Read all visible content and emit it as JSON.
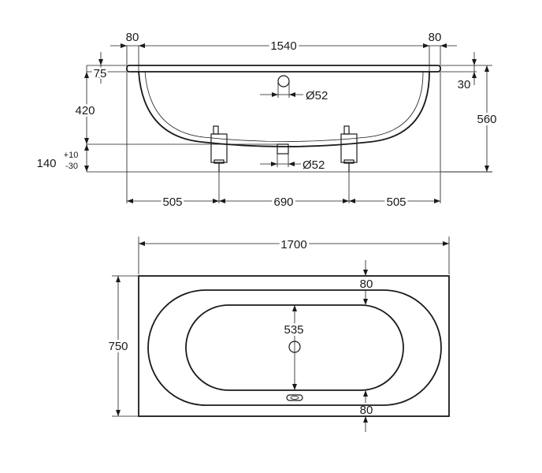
{
  "side_view": {
    "dims": {
      "rim_left": "80",
      "inner_length": "1540",
      "rim_right": "80",
      "rim_thickness_left": "75",
      "rim_thickness_right": "30",
      "depth_to_bottom": "420",
      "total_height": "560",
      "leg_height": "140",
      "leg_tolerance_plus": "+10",
      "leg_tolerance_minus": "-30",
      "overflow_diameter": "Ø52",
      "drain_diameter": "Ø52",
      "leg_offset_left": "505",
      "leg_spacing": "690",
      "leg_offset_right": "505"
    }
  },
  "plan_view": {
    "dims": {
      "total_length": "1700",
      "total_width": "750",
      "inner_width": "535",
      "rim_top": "80",
      "rim_bottom": "80"
    }
  }
}
